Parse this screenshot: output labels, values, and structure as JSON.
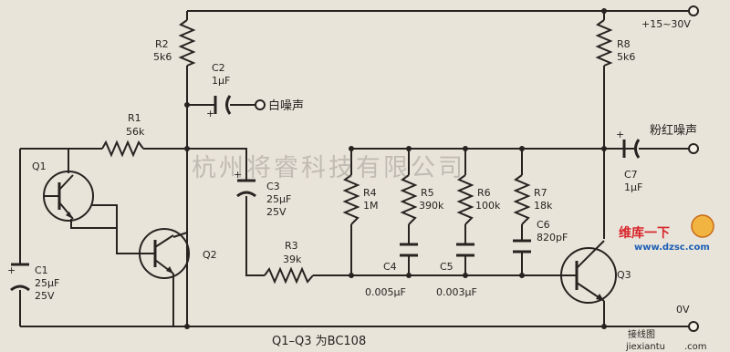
{
  "components": {
    "R1": {
      "ref": "R1",
      "value": "56k"
    },
    "R2": {
      "ref": "R2",
      "value": "5k6"
    },
    "R3": {
      "ref": "R3",
      "value": "39k"
    },
    "R4": {
      "ref": "R4",
      "value": "1M"
    },
    "R5": {
      "ref": "R5",
      "value": "390k"
    },
    "R6": {
      "ref": "R6",
      "value": "100k"
    },
    "R7": {
      "ref": "R7",
      "value": "18k"
    },
    "R8": {
      "ref": "R8",
      "value": "5k6"
    },
    "C1": {
      "ref": "C1",
      "value": "25μF",
      "rating": "25V"
    },
    "C2": {
      "ref": "C2",
      "value": "1μF"
    },
    "C3": {
      "ref": "C3",
      "value": "25μF",
      "rating": "25V"
    },
    "C4": {
      "ref": "C4",
      "value": "0.005μF"
    },
    "C5": {
      "ref": "C5",
      "value": "0.003μF"
    },
    "C6": {
      "ref": "C6",
      "value": "820pF"
    },
    "C7": {
      "ref": "C7",
      "value": "1μF"
    },
    "Q1": {
      "ref": "Q1"
    },
    "Q2": {
      "ref": "Q2"
    },
    "Q3": {
      "ref": "Q3"
    }
  },
  "terminals": {
    "supply": "+15~30V",
    "white_noise": "白噪声",
    "pink_noise": "粉红噪声",
    "ground": "0V"
  },
  "caption": "Q1–Q3   为BC108",
  "watermark": "杭州将睿科技有限公司",
  "logo": {
    "line1": "维库一下",
    "line2": "www.dzsc.com",
    "line3": "接线图",
    "line4": "jiexiantu",
    "line5": ".com"
  }
}
